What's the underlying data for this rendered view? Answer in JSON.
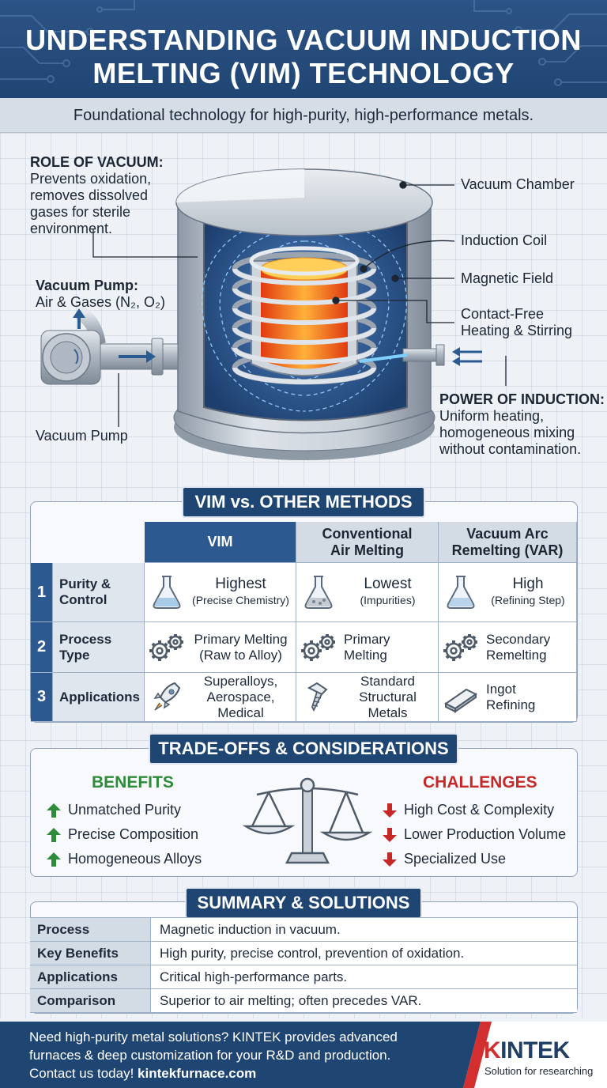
{
  "header": {
    "title_line1": "UNDERSTANDING VACUUM INDUCTION",
    "title_line2": "MELTING (VIM) TECHNOLOGY",
    "subtitle": "Foundational technology for high-purity, high-performance metals."
  },
  "diagram": {
    "role_title": "ROLE OF VACUUM:",
    "role_lines": [
      "Prevents oxidation,",
      "removes dissolved",
      "gases for sterile",
      "environment."
    ],
    "pump_title": "Vacuum Pump:",
    "pump_gases": "Air & Gases (N₂, O₂)",
    "pump_label": "Vacuum Pump",
    "chamber_label": "Vacuum Chamber",
    "coil_label": "Induction Coil",
    "field_label": "Magnetic Field",
    "heating_line1": "Contact-Free",
    "heating_line2": "Heating & Stirring",
    "power_title": "POWER OF INDUCTION:",
    "power_lines": [
      "Uniform heating,",
      "homogeneous mixing",
      "without contamination."
    ]
  },
  "comparison": {
    "title": "VIM vs. OTHER METHODS",
    "columns": [
      {
        "line1": "VIM",
        "line2": ""
      },
      {
        "line1": "Conventional",
        "line2": "Air Melting"
      },
      {
        "line1": "Vacuum Arc",
        "line2": "Remelting (VAR)"
      }
    ],
    "rows": [
      {
        "num": "1",
        "label_line1": "Purity &",
        "label_line2": "Control",
        "cells": [
          {
            "icon": "flask-icon",
            "main": "Highest",
            "sub": "(Precise Chemistry)"
          },
          {
            "icon": "flask-icon",
            "main": "Lowest",
            "sub": "(Impurities)"
          },
          {
            "icon": "flask-icon",
            "main": "High",
            "sub": "(Refining Step)"
          }
        ]
      },
      {
        "num": "2",
        "label_line1": "Process Type",
        "label_line2": "",
        "cells": [
          {
            "icon": "gears-icon",
            "main": "Primary Melting",
            "sub": "(Raw to Alloy)"
          },
          {
            "icon": "gears-icon",
            "main": "Primary",
            "sub": "Melting"
          },
          {
            "icon": "gears-icon",
            "main": "Secondary",
            "sub": "Remelting"
          }
        ]
      },
      {
        "num": "3",
        "label_line1": "Applications",
        "label_line2": "",
        "cells": [
          {
            "icon": "rocket-icon",
            "main": "Superalloys,",
            "sub": "Aerospace, Medical"
          },
          {
            "icon": "screw-icon",
            "main": "Standard",
            "sub": "Structural Metals"
          },
          {
            "icon": "ingot-icon",
            "main": "Ingot",
            "sub": "Refining"
          }
        ]
      }
    ]
  },
  "tradeoffs": {
    "title": "TRADE-OFFS & CONSIDERATIONS",
    "benefits_title": "BENEFITS",
    "benefits": [
      "Unmatched Purity",
      "Precise Composition",
      "Homogeneous Alloys"
    ],
    "challenges_title": "CHALLENGES",
    "challenges": [
      "High Cost & Complexity",
      "Lower Production Volume",
      "Specialized Use"
    ],
    "colors": {
      "benefit": "#2e8b3a",
      "challenge": "#c62828"
    }
  },
  "summary": {
    "title": "SUMMARY & SOLUTIONS",
    "rows": [
      {
        "key": "Process",
        "value": "Magnetic induction in vacuum."
      },
      {
        "key": "Key Benefits",
        "value": "High purity, precise control, prevention of oxidation."
      },
      {
        "key": "Applications",
        "value": "Critical high-performance parts."
      },
      {
        "key": "Comparison",
        "value": "Superior to air melting; often precedes VAR."
      }
    ]
  },
  "footer": {
    "line1": "Need high-purity metal solutions? KINTEK provides advanced",
    "line2": "furnaces & deep customization for your R&D and production.",
    "line3_prefix": "Contact us today! ",
    "line3_link": "kintekfurnace.com",
    "brand_k": "K",
    "brand_rest": "INTEK",
    "tagline": "Solution for researching"
  },
  "colors": {
    "primary": "#1f4573",
    "accent": "#2c5a90",
    "brand_red": "#d32f2f"
  }
}
